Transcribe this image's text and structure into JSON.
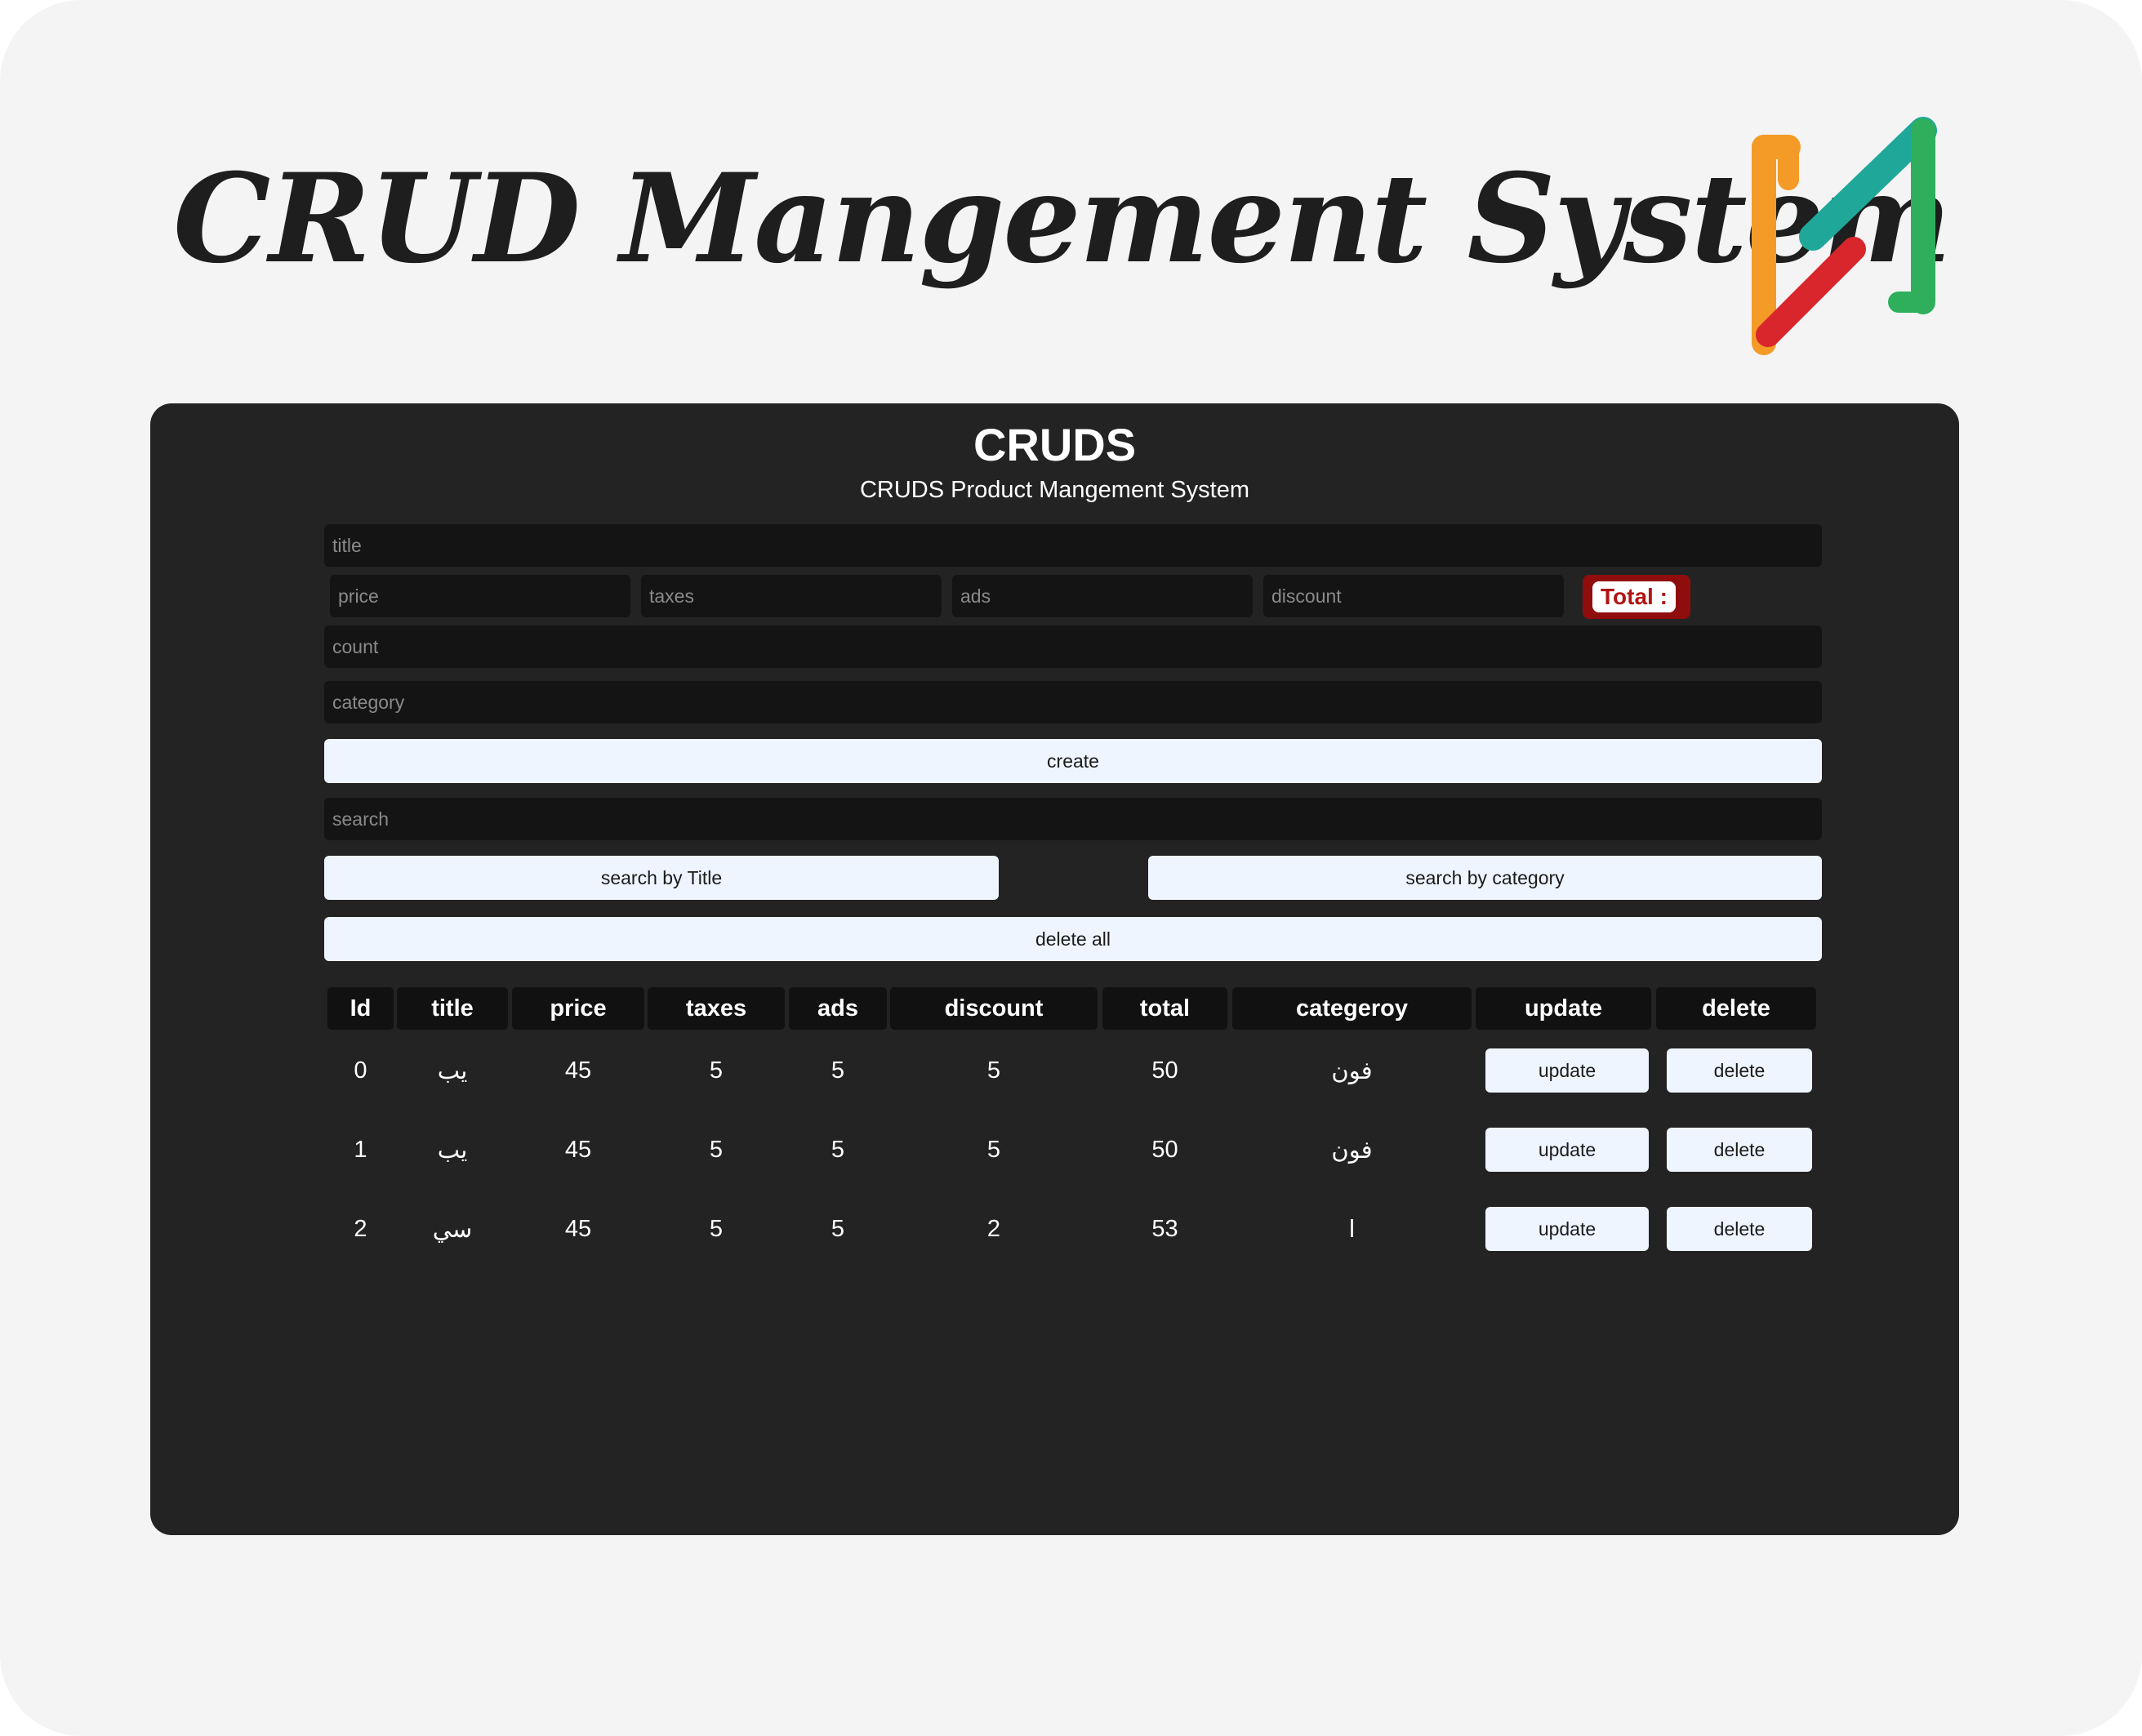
{
  "hero": {
    "title": "CRUD Mangement System"
  },
  "colors": {
    "logo_green": "#2fae5c",
    "logo_orange": "#f49b27",
    "logo_red": "#d8262c",
    "logo_teal": "#1fa89a"
  },
  "app": {
    "title": "CRUDS",
    "subtitle": "CRUDS Product Mangement System",
    "fields": {
      "title_placeholder": "title",
      "price_placeholder": "price",
      "taxes_placeholder": "taxes",
      "ads_placeholder": "ads",
      "discount_placeholder": "discount",
      "count_placeholder": "count",
      "category_placeholder": "category",
      "search_placeholder": "search"
    },
    "total_label": "Total :",
    "buttons": {
      "create": "create",
      "search_title": "search by Title",
      "search_category": "search by category",
      "delete_all": "delete all"
    },
    "table": {
      "headers": [
        "Id",
        "title",
        "price",
        "taxes",
        "ads",
        "discount",
        "total",
        "categeroy",
        "update",
        "delete"
      ],
      "rows": [
        {
          "id": "0",
          "title": "يب",
          "price": "45",
          "taxes": "5",
          "ads": "5",
          "discount": "5",
          "total": "50",
          "category": "فون",
          "update": "update",
          "delete": "delete"
        },
        {
          "id": "1",
          "title": "يب",
          "price": "45",
          "taxes": "5",
          "ads": "5",
          "discount": "5",
          "total": "50",
          "category": "فون",
          "update": "update",
          "delete": "delete"
        },
        {
          "id": "2",
          "title": "سي",
          "price": "45",
          "taxes": "5",
          "ads": "5",
          "discount": "2",
          "total": "53",
          "category": "ا",
          "update": "update",
          "delete": "delete"
        }
      ]
    }
  }
}
